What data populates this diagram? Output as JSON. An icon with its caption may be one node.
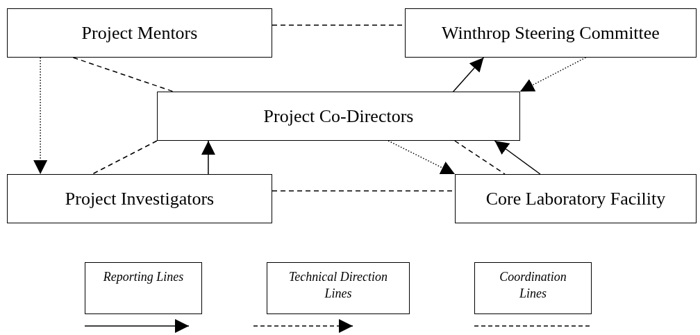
{
  "diagram": {
    "nodes": [
      {
        "text": [
          "Project Mentors"
        ]
      },
      {
        "text": [
          "Winthrop Steering Committee"
        ]
      },
      {
        "text": [
          "Project Co-Directors"
        ]
      },
      {
        "text": [
          "Project Investigators"
        ]
      },
      {
        "text": [
          "Core Laboratory Facility"
        ]
      }
    ],
    "edges": [
      {
        "from": 0,
        "to": 1,
        "arrow": "none",
        "style": "dashed"
      },
      {
        "from": 0,
        "to": 2,
        "arrow": "none",
        "style": "dashed"
      },
      {
        "from": 0,
        "to": 3,
        "arrow": "to",
        "style": "dashed"
      },
      {
        "from": 1,
        "to": 2,
        "arrow": "to",
        "style": "dashed"
      },
      {
        "from": 2,
        "to": 1,
        "arrow": "to"
      },
      {
        "from": 3,
        "to": 2,
        "arrow": "to"
      },
      {
        "from": 2,
        "to": 3,
        "arrow": "none",
        "style": "dashed"
      },
      {
        "from": 2,
        "to": 4,
        "arrow": "to",
        "style": "dashed"
      },
      {
        "from": 2,
        "to": 4,
        "arrow": "none",
        "style": "dashed"
      },
      {
        "from": 4,
        "to": 2,
        "arrow": "to"
      },
      {
        "from": 3,
        "to": 4,
        "arrow": "none",
        "style": "dashed"
      }
    ],
    "legend": [
      {
        "text": "Reporting Lines"
      },
      {
        "text": "Technical Direction Lines"
      },
      {
        "text": "Coordination Lines"
      }
    ]
  }
}
